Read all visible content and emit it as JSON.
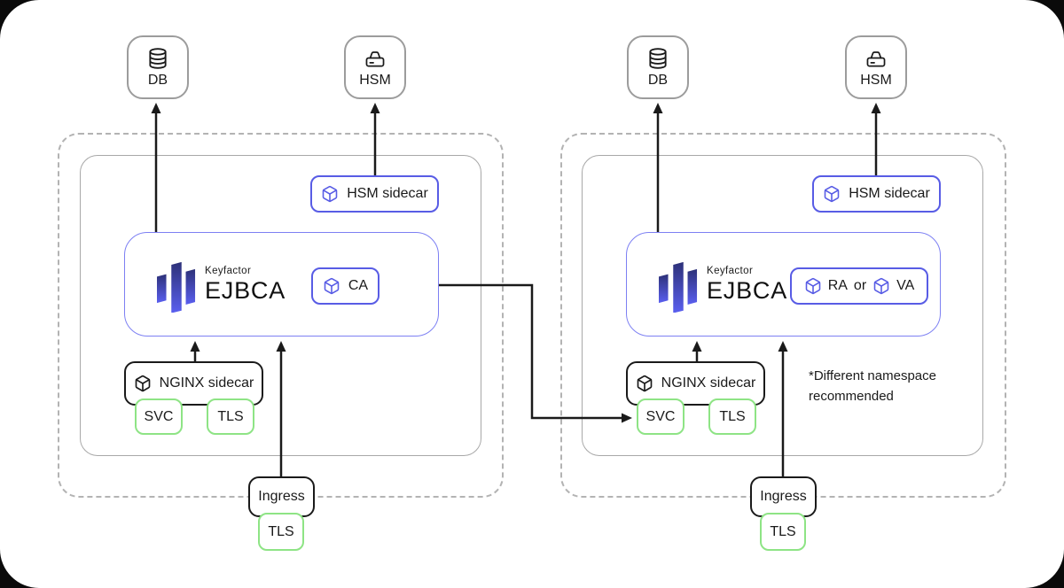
{
  "note": {
    "line1": "*Different namespace",
    "line2": "recommended"
  },
  "left_cluster": {
    "db_label": "DB",
    "hsm_label": "HSM",
    "hsm_sidecar_label": "HSM sidecar",
    "brand": "Keyfactor",
    "product": "EJBCA",
    "role_label": "CA",
    "nginx_sidecar_label": "NGINX sidecar",
    "svc_label": "SVC",
    "tls_label": "TLS",
    "ingress_label": "Ingress",
    "ingress_tls_label": "TLS"
  },
  "right_cluster": {
    "db_label": "DB",
    "hsm_label": "HSM",
    "hsm_sidecar_label": "HSM sidecar",
    "brand": "Keyfactor",
    "product": "EJBCA",
    "role_ra_label": "RA",
    "role_or_label": "or",
    "role_va_label": "VA",
    "nginx_sidecar_label": "NGINX sidecar",
    "svc_label": "SVC",
    "tls_label": "TLS",
    "ingress_label": "Ingress",
    "ingress_tls_label": "TLS"
  },
  "icons": {
    "db": "database-cylinder",
    "hsm": "hard-drive",
    "component": "cube-package"
  },
  "colors": {
    "accent_purple": "#585ce5",
    "accent_green": "#8ee485",
    "border_gray": "#9c9c9c",
    "dashed_gray": "#b3b3b3",
    "line_black": "#1a1a1a",
    "logo_gradient_top": "#2d3178",
    "logo_gradient_bottom": "#5a5ff0",
    "card_background": "#ffffff",
    "page_background": "#0a0a0a"
  }
}
